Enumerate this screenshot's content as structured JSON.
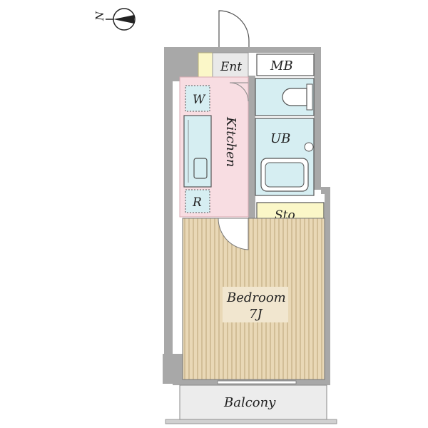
{
  "compass": {
    "label": "N"
  },
  "rooms": {
    "entrance": "Ent",
    "meter_box": "MB",
    "washer": "W",
    "kitchen": "Kitchen",
    "unit_bath": "UB",
    "refrigerator": "R",
    "storage": "Sto",
    "bedroom": "Bedroom",
    "bedroom_size": "7J",
    "balcony": "Balcony"
  },
  "colors": {
    "wall": "#a8a8a8",
    "kitchen": "#f8dde2",
    "wet_area": "#d6eef2",
    "storage": "#fbf7c8",
    "bedroom_floor": "#e9d8b6",
    "bedroom_stripe": "#c9b28a",
    "balcony": "#ececec",
    "entrance": "#e9e9e9"
  }
}
